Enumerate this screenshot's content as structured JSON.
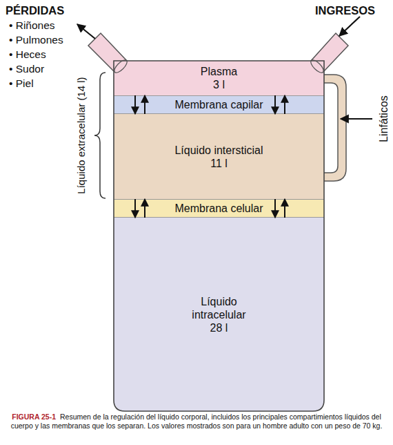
{
  "diagram": {
    "caption": "Resumen de la regulación del líquido corporal, incluidos los principales compartimientos líquidos del cuerpo y las membranas que los separan. Los valores mostrados son para un hombre adulto con un peso de 70 kg.",
    "nodes": [
      {
        "text": [
          "Plasma",
          "3 l"
        ]
      },
      {
        "text": [
          "Membrana capilar"
        ]
      },
      {
        "text": [
          "Líquido intersticial",
          "11 l"
        ]
      },
      {
        "text": [
          "Membrana celular"
        ]
      },
      {
        "text": [
          "Líquido intracelular",
          "28 l"
        ]
      }
    ],
    "edges": [
      {
        "from": 0,
        "to": 2,
        "arrow": "to"
      },
      {
        "from": 2,
        "to": 0,
        "arrow": "to"
      },
      {
        "from": 0,
        "to": 2,
        "arrow": "to"
      },
      {
        "from": 2,
        "to": 0,
        "arrow": "to"
      },
      {
        "from": 2,
        "to": 4,
        "arrow": "to"
      },
      {
        "from": 4,
        "to": 2,
        "arrow": "to"
      },
      {
        "from": 2,
        "to": 4,
        "arrow": "to"
      },
      {
        "from": 4,
        "to": 2,
        "arrow": "to"
      }
    ],
    "labels": [
      "PÉRDIDAS",
      "• Riñones",
      "• Pulmones",
      "• Heces",
      "• Sudor",
      "• Piel",
      "INGRESOS",
      "Líquido extracelular (14 l)",
      "Linfáticos",
      "FIGURA 25-1"
    ]
  }
}
